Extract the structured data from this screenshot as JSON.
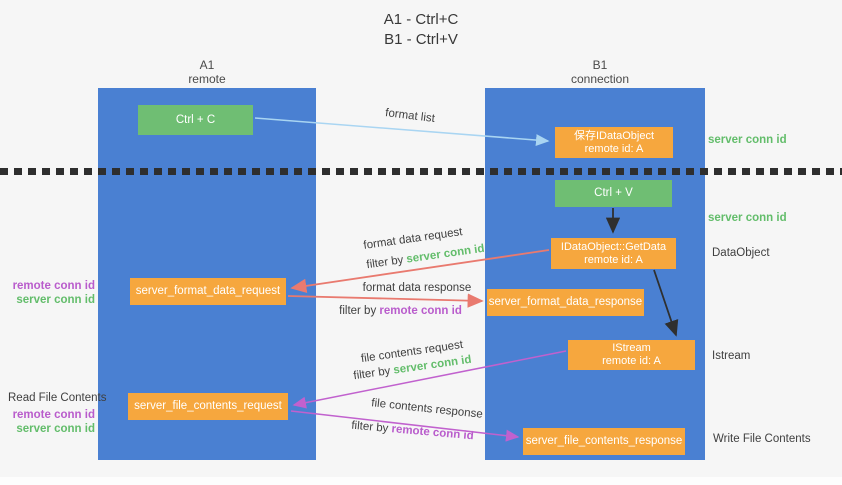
{
  "title": {
    "line1": "A1 - Ctrl+C",
    "line2": "B1 - Ctrl+V"
  },
  "columns": {
    "a": {
      "name": "A1",
      "subtitle": "remote"
    },
    "b": {
      "name": "B1",
      "subtitle": "connection"
    }
  },
  "nodes": {
    "ctrl_c": "Ctrl + C",
    "save_idataobject": {
      "line1": "保存IDataObject",
      "line2": "remote id: A"
    },
    "ctrl_v": "Ctrl + V",
    "getdata": {
      "line1": "IDataObject::GetData",
      "line2": "remote id: A"
    },
    "server_format_data_request": "server_format_data_request",
    "server_format_data_response": "server_format_data_response",
    "istream": {
      "line1": "IStream",
      "line2": "remote id: A"
    },
    "server_file_contents_request": "server_file_contents_request",
    "server_file_contents_response": "server_file_contents_response"
  },
  "edge_labels": {
    "format_list": "format list",
    "format_data_request": "format data request",
    "format_data_request_filter_prefix": "filter by",
    "format_data_request_filter_value": "server conn id",
    "format_data_response": "format data response",
    "format_data_response_filter_prefix": "filter by",
    "format_data_response_filter_value": "remote conn id",
    "file_contents_request": "file contents request",
    "file_contents_request_filter_prefix": "filter by",
    "file_contents_request_filter_value": "server conn id",
    "file_contents_response": "file contents response",
    "file_contents_response_filter_prefix": "filter by",
    "file_contents_response_filter_value": "remote conn id"
  },
  "side_labels": {
    "right_server_conn_id_top": "server conn id",
    "right_server_conn_id_mid": "server conn id",
    "right_dataobject": "DataObject",
    "right_istream": "Istream",
    "right_write_file_contents": "Write File Contents",
    "left_remote_conn_id_top": "remote conn id",
    "left_server_conn_id_top": "server conn id",
    "left_read_file_contents": "Read File Contents",
    "left_remote_conn_id_bottom": "remote conn id",
    "left_server_conn_id_bottom": "server conn id"
  },
  "colors": {
    "column_blue": "#4a80d2",
    "box_green": "#6fbe73",
    "box_orange": "#f6a73e",
    "arrow_blue": "#a9d5f2",
    "arrow_salmon": "#e97a6f",
    "arrow_magenta": "#c161ce",
    "arrow_black": "#2f2f2f",
    "label_green": "#63bd6b",
    "label_purple": "#b95ccc"
  }
}
